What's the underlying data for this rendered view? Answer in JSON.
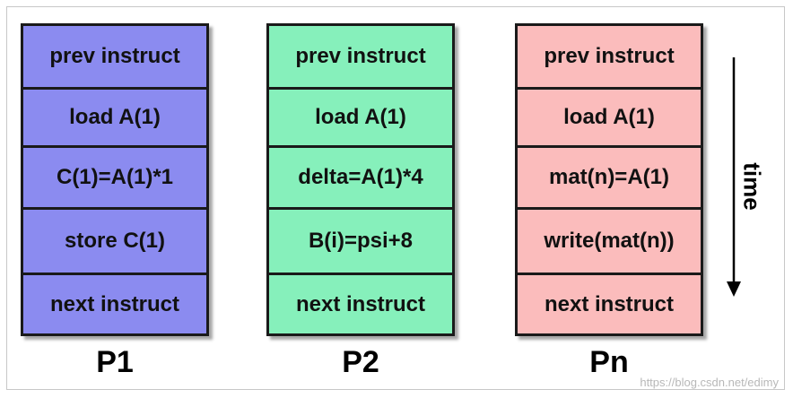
{
  "processors": [
    {
      "label": "P1",
      "color": "#8b8bf0",
      "instructions": [
        "prev instruct",
        "load A(1)",
        "C(1)=A(1)*1",
        "store C(1)",
        "next instruct"
      ]
    },
    {
      "label": "P2",
      "color": "#86f0bb",
      "instructions": [
        "prev instruct",
        "load A(1)",
        "delta=A(1)*4",
        "B(i)=psi+8",
        "next instruct"
      ]
    },
    {
      "label": "Pn",
      "color": "#fbbcbc",
      "instructions": [
        "prev instruct",
        "load A(1)",
        "mat(n)=A(1)",
        "write(mat(n))",
        "next instruct"
      ]
    }
  ],
  "time_axis": {
    "label": "time",
    "direction": "down"
  },
  "watermark": "https://blog.csdn.net/edimy"
}
